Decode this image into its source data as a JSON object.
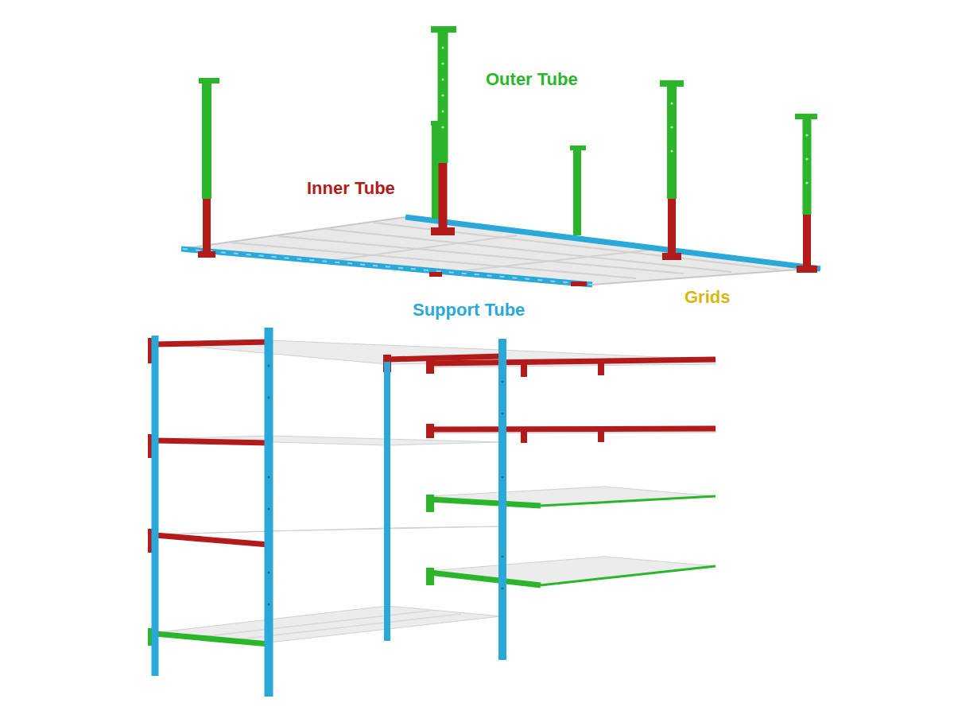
{
  "diagram": {
    "labels": [
      "Outer Tube",
      "Inner Tube",
      "Support Tube",
      "Grids"
    ]
  }
}
